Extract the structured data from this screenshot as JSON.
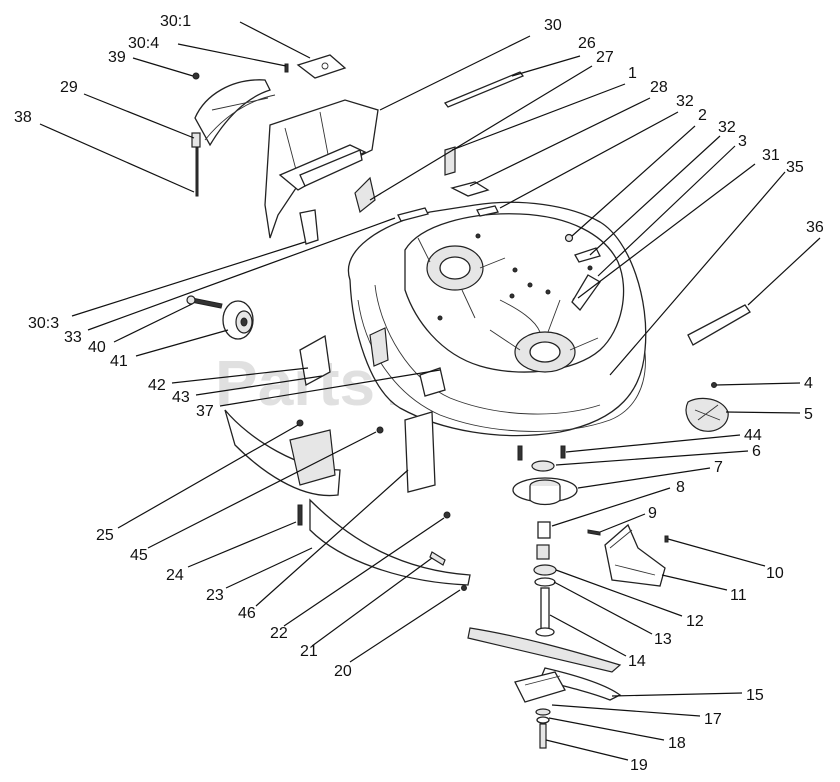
{
  "watermark": "PartsTree",
  "callouts": [
    {
      "id": "30_1",
      "text": "30:1"
    },
    {
      "id": "30_4",
      "text": "30:4"
    },
    {
      "id": "39",
      "text": "39"
    },
    {
      "id": "29",
      "text": "29"
    },
    {
      "id": "38",
      "text": "38"
    },
    {
      "id": "30",
      "text": "30"
    },
    {
      "id": "26",
      "text": "26"
    },
    {
      "id": "27",
      "text": "27"
    },
    {
      "id": "1",
      "text": "1"
    },
    {
      "id": "28",
      "text": "28"
    },
    {
      "id": "32a",
      "text": "32"
    },
    {
      "id": "2",
      "text": "2"
    },
    {
      "id": "32b",
      "text": "32"
    },
    {
      "id": "3",
      "text": "3"
    },
    {
      "id": "31",
      "text": "31"
    },
    {
      "id": "35",
      "text": "35"
    },
    {
      "id": "36",
      "text": "36"
    },
    {
      "id": "30_3",
      "text": "30:3"
    },
    {
      "id": "33",
      "text": "33"
    },
    {
      "id": "40",
      "text": "40"
    },
    {
      "id": "41",
      "text": "41"
    },
    {
      "id": "42",
      "text": "42"
    },
    {
      "id": "43",
      "text": "43"
    },
    {
      "id": "37",
      "text": "37"
    },
    {
      "id": "4",
      "text": "4"
    },
    {
      "id": "5",
      "text": "5"
    },
    {
      "id": "44",
      "text": "44"
    },
    {
      "id": "6",
      "text": "6"
    },
    {
      "id": "7",
      "text": "7"
    },
    {
      "id": "8",
      "text": "8"
    },
    {
      "id": "9",
      "text": "9"
    },
    {
      "id": "10",
      "text": "10"
    },
    {
      "id": "11",
      "text": "11"
    },
    {
      "id": "12",
      "text": "12"
    },
    {
      "id": "13",
      "text": "13"
    },
    {
      "id": "14",
      "text": "14"
    },
    {
      "id": "15",
      "text": "15"
    },
    {
      "id": "17",
      "text": "17"
    },
    {
      "id": "18",
      "text": "18"
    },
    {
      "id": "19",
      "text": "19"
    },
    {
      "id": "25",
      "text": "25"
    },
    {
      "id": "45",
      "text": "45"
    },
    {
      "id": "24",
      "text": "24"
    },
    {
      "id": "23",
      "text": "23"
    },
    {
      "id": "46",
      "text": "46"
    },
    {
      "id": "22",
      "text": "22"
    },
    {
      "id": "21",
      "text": "21"
    },
    {
      "id": "20",
      "text": "20"
    }
  ]
}
